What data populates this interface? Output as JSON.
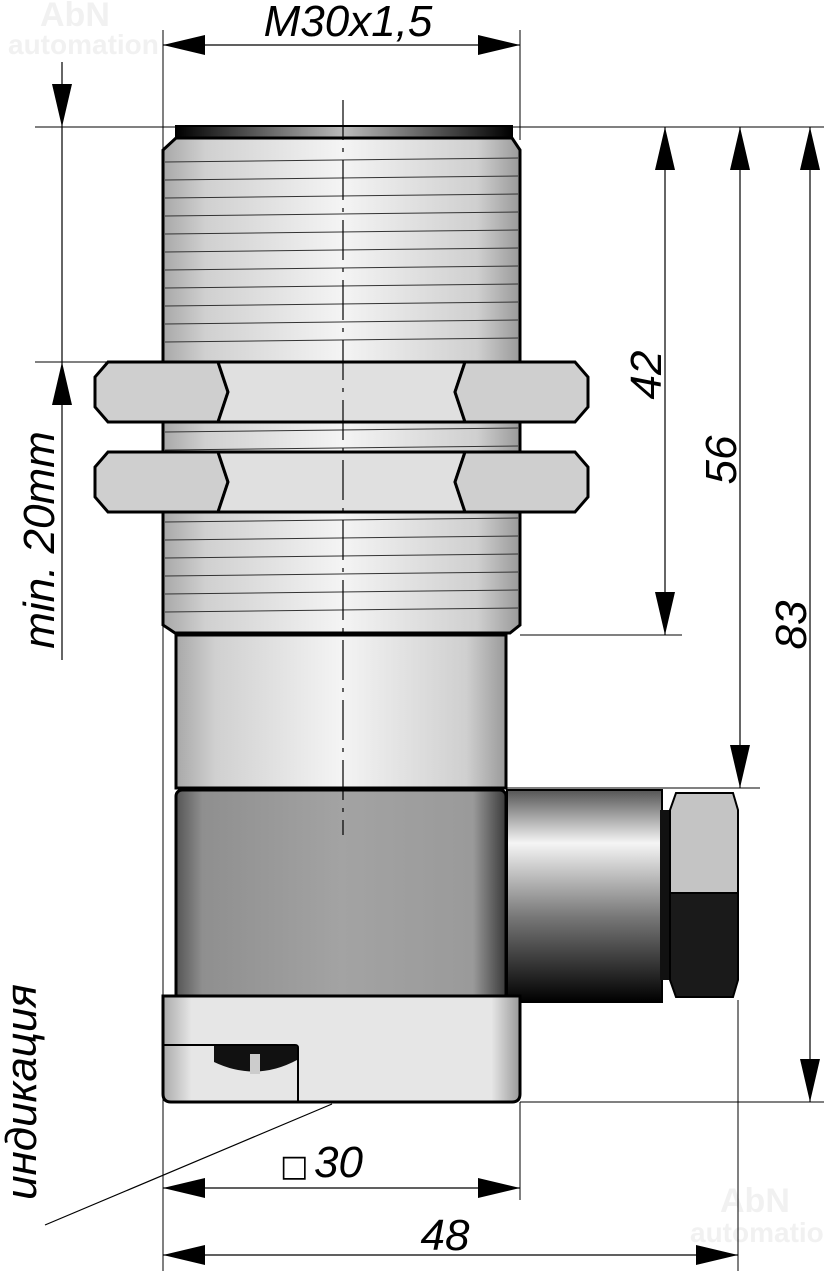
{
  "drawing": {
    "thread_label": "M30x1,5",
    "dim_42": "42",
    "dim_56": "56",
    "dim_83": "83",
    "min_distance_label": "min. 20mm",
    "square_symbol": "□",
    "dim_square_30": "30",
    "dim_48": "48",
    "indication_label": "индикация"
  },
  "watermark": {
    "line1": "AbN",
    "line2": "automation"
  },
  "colors": {
    "outline": "#000000",
    "light_metal": "#d8d8d8",
    "dark_body": "#9e9e9e",
    "nut_fill": "#cfcfcf"
  }
}
